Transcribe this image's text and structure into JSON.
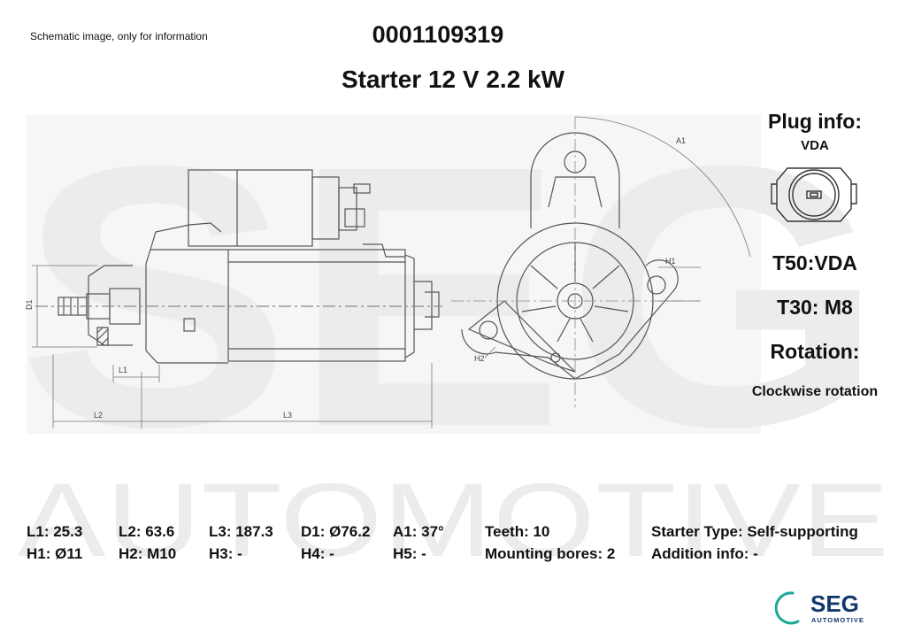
{
  "header": {
    "disclaimer": "Schematic image, only for information",
    "part_number": "0001109319",
    "title": "Starter 12 V 2.2 kW"
  },
  "drawing_labels": {
    "d1": "D1",
    "l1": "L1",
    "l2": "L2",
    "l3": "L3",
    "a1": "A1",
    "h1": "H1",
    "h2": "H2"
  },
  "side_panel": {
    "plug_heading": "Plug info:",
    "plug_type": "VDA",
    "t50": "T50:VDA",
    "t30": "T30: M8",
    "rotation_heading": "Rotation:",
    "rotation_value": "Clockwise rotation"
  },
  "specs": {
    "row1": [
      "L1: 25.3",
      "L2: 63.6",
      "L3: 187.3",
      "D1: Ø76.2",
      "A1: 37°",
      "Teeth: 10",
      "Starter Type:  Self-supporting"
    ],
    "row2": [
      "H1: Ø11",
      "H2: M10",
      "H3: -",
      "H4: -",
      "H5: -",
      "Mounting bores: 2",
      "Addition info: -"
    ]
  },
  "logo": {
    "brand": "SEG",
    "sub": "AUTOMOTIVE",
    "accent_color": "#1aa89a",
    "text_color": "#12386b"
  },
  "watermark": {
    "brand": "SEG",
    "sub": "AUTOMOTIVE",
    "color": "#efefef"
  }
}
